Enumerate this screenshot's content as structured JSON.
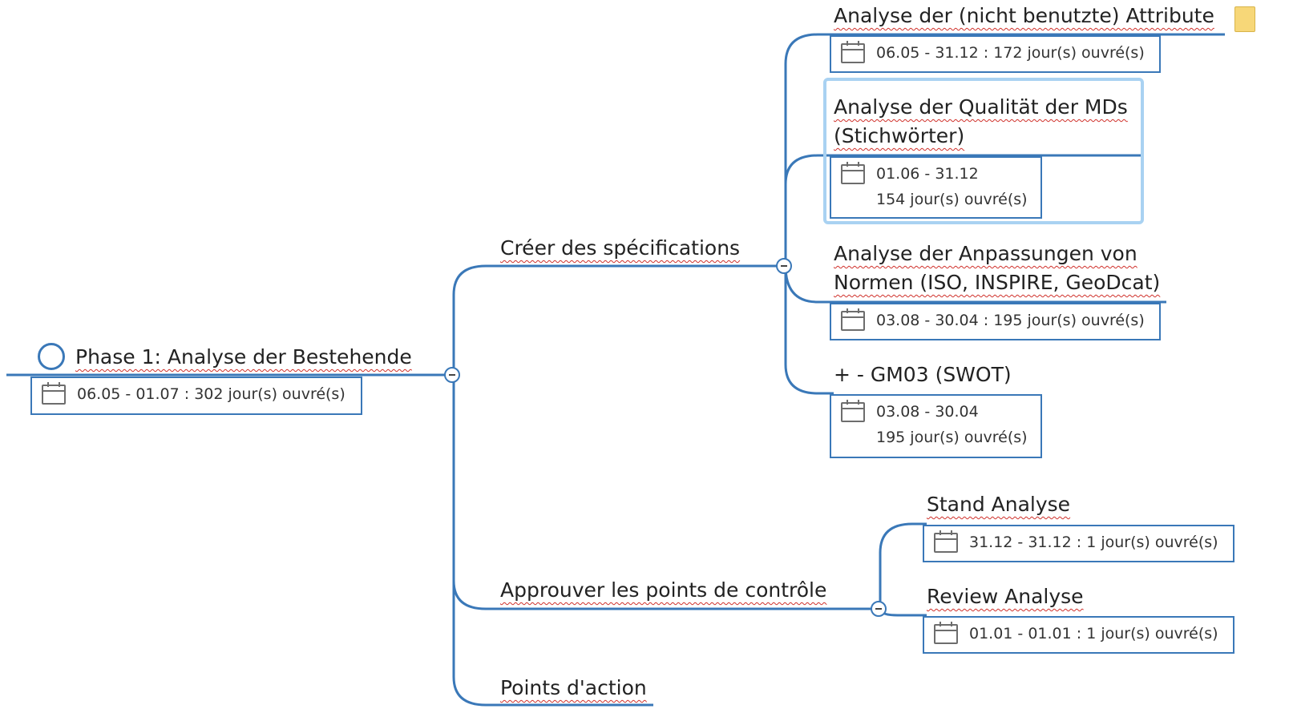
{
  "colors": {
    "branch": "#3a78b8",
    "selection": "#a9d2f2",
    "spellcheck": "#d0302a",
    "note": "#f7d778"
  },
  "root": {
    "title": "Phase 1: Analyse der Bestehende",
    "dates": "06.05 - 01.07 :  302 jour(s) ouvré(s)",
    "icon": "circle-icon"
  },
  "branches": {
    "specs": {
      "title": "Créer des spécifications",
      "children": [
        {
          "title": "Analyse der (nicht benutzte) Attribute",
          "dates": "06.05 - 31.12 :  172 jour(s) ouvré(s)",
          "note_icon": "note-icon"
        },
        {
          "title_line1": "Analyse der Qualität der MDs",
          "title_line2": "(Stichwörter)",
          "dates_line1": "01.06 - 31.12",
          "dates_line2": "154 jour(s) ouvré(s)"
        },
        {
          "title_line1": "Analyse der Anpassungen von",
          "title_line2": "Normen (ISO, INSPIRE, GeoDcat)",
          "dates": "03.08 - 30.04 :  195 jour(s) ouvré(s)"
        },
        {
          "title": "+ - GM03 (SWOT)",
          "dates_line1": "03.08 - 30.04",
          "dates_line2": "195 jour(s) ouvré(s)"
        }
      ]
    },
    "approve": {
      "title": "Approuver les points de contrôle",
      "children": [
        {
          "title": "Stand Analyse",
          "dates": "31.12 - 31.12 :  1 jour(s) ouvré(s)"
        },
        {
          "title": "Review Analyse",
          "dates": "01.01 - 01.01 :  1 jour(s) ouvré(s)"
        }
      ]
    },
    "actions": {
      "title": "Points d'action"
    }
  }
}
